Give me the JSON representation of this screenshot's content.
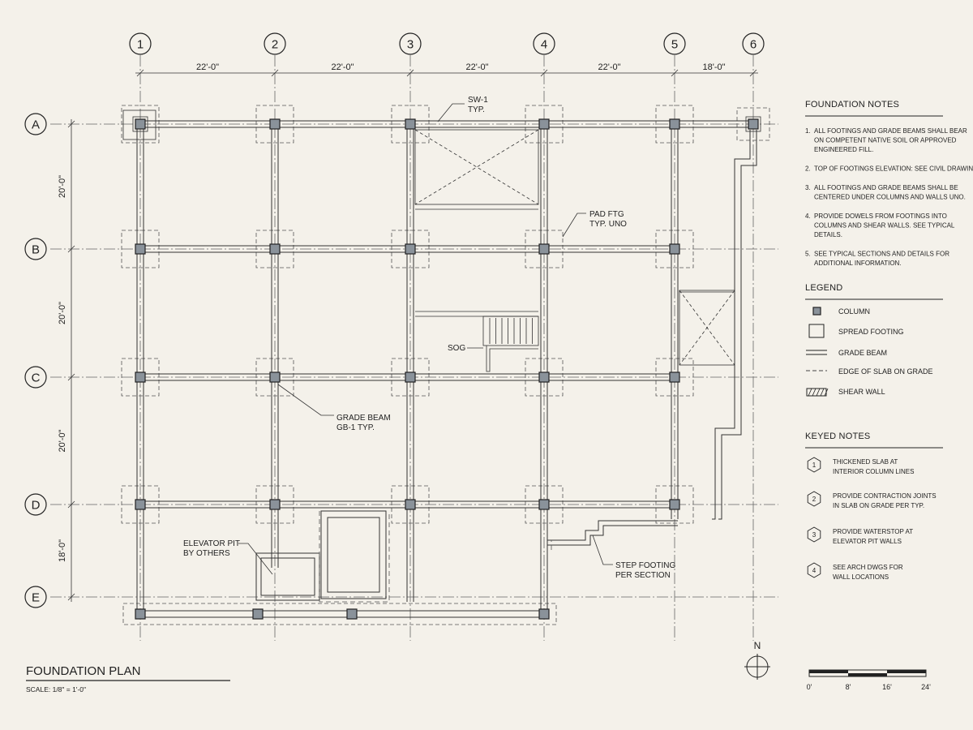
{
  "grid": {
    "columns": [
      "1",
      "2",
      "3",
      "4",
      "5",
      "6"
    ],
    "rows": [
      "A",
      "B",
      "C",
      "D",
      "E"
    ],
    "horizontal_dims": [
      "22'-0\"",
      "22'-0\"",
      "22'-0\"",
      "22'-0\"",
      "18'-0\""
    ],
    "vertical_dims": [
      "20'-0\"",
      "20'-0\"",
      "20'-0\"",
      "18'-0\""
    ]
  },
  "callouts": {
    "sw1": [
      "SW-1",
      "TYP."
    ],
    "pad_ftg": [
      "PAD FTG",
      "TYP. UNO"
    ],
    "sog": "SOG",
    "grade_beam": [
      "GRADE BEAM",
      "GB-1  TYP."
    ],
    "elevator_pit": [
      "ELEVATOR PIT",
      "BY OTHERS"
    ],
    "step_footing": [
      "STEP FOOTING",
      "PER SECTION"
    ]
  },
  "foundation_notes": {
    "title": "FOUNDATION NOTES",
    "items": [
      [
        "1.",
        "ALL FOOTINGS AND GRADE BEAMS SHALL BEAR",
        "ON COMPETENT NATIVE SOIL OR APPROVED",
        "ENGINEERED FILL."
      ],
      [
        "2.",
        "TOP OF FOOTINGS ELEVATION: SEE CIVIL DRAWINGS."
      ],
      [
        "3.",
        "ALL FOOTINGS AND GRADE BEAMS SHALL BE",
        "CENTERED UNDER COLUMNS AND WALLS UNO."
      ],
      [
        "4.",
        "PROVIDE DOWELS FROM FOOTINGS INTO",
        "COLUMNS AND SHEAR WALLS. SEE TYPICAL",
        "DETAILS."
      ],
      [
        "5.",
        "SEE TYPICAL SECTIONS AND DETAILS FOR",
        "ADDITIONAL INFORMATION."
      ]
    ]
  },
  "legend": {
    "title": "LEGEND",
    "items": [
      "COLUMN",
      "SPREAD FOOTING",
      "GRADE BEAM",
      "EDGE OF SLAB ON GRADE",
      "SHEAR WALL"
    ]
  },
  "keyed_notes": {
    "title": "KEYED NOTES",
    "items": [
      [
        "1",
        "THICKENED SLAB AT",
        "INTERIOR COLUMN LINES"
      ],
      [
        "2",
        "PROVIDE CONTRACTION JOINTS",
        "IN SLAB ON GRADE PER TYP."
      ],
      [
        "3",
        "PROVIDE WATERSTOP AT",
        "ELEVATOR PIT WALLS"
      ],
      [
        "4",
        "SEE ARCH DWGS FOR",
        "WALL LOCATIONS"
      ]
    ]
  },
  "title_block": {
    "title": "FOUNDATION PLAN",
    "scale": "SCALE: 1/8\" = 1'-0\""
  },
  "north_arrow": "N",
  "scale_bar": [
    "0'",
    "8'",
    "16'",
    "24'"
  ],
  "colors": {
    "background": "#f4f1ea",
    "line": "#222222",
    "column_fill": "#8a929a"
  }
}
